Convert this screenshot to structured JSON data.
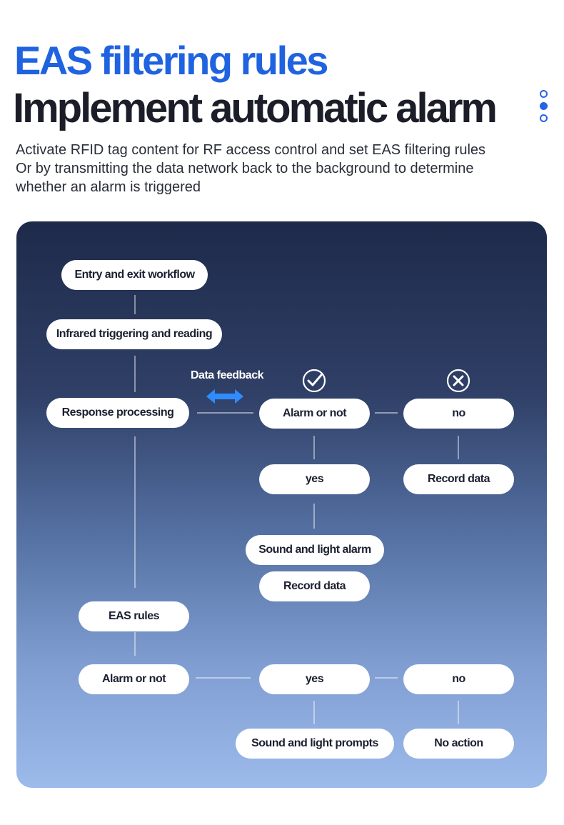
{
  "header": {
    "title_line1": "EAS filtering rules",
    "title_line2": "Implement automatic alarm",
    "subtitle_lines": [
      "Activate RFID tag content for RF access control and set EAS filtering rules",
      "Or by transmitting the data network back to the background to determine",
      "whether an alarm is triggered"
    ]
  },
  "flow": {
    "entry": "Entry and exit workflow",
    "infrared": "Infrared triggering and reading",
    "response": "Response processing",
    "data_feedback": "Data feedback",
    "alarm_or_not_1": "Alarm or not",
    "no_1": "no",
    "record_data_1": "Record data",
    "yes_1": "yes",
    "sound_light_alarm": "Sound and light alarm",
    "record_data_2": "Record data",
    "eas_rules": "EAS rules",
    "alarm_or_not_2": "Alarm or not",
    "yes_2": "yes",
    "no_2": "no",
    "sound_light_prompts": "Sound and light prompts",
    "no_action": "No action"
  },
  "icons": {
    "check": "check-circle-icon",
    "cross": "cross-circle-icon",
    "feedback_arrow": "double-arrow-icon"
  },
  "colors": {
    "title_blue": "#1f63e0",
    "arrow_blue": "#2f8cff",
    "panel_top": "#1e2a4a",
    "panel_bottom": "#9cbaea"
  }
}
